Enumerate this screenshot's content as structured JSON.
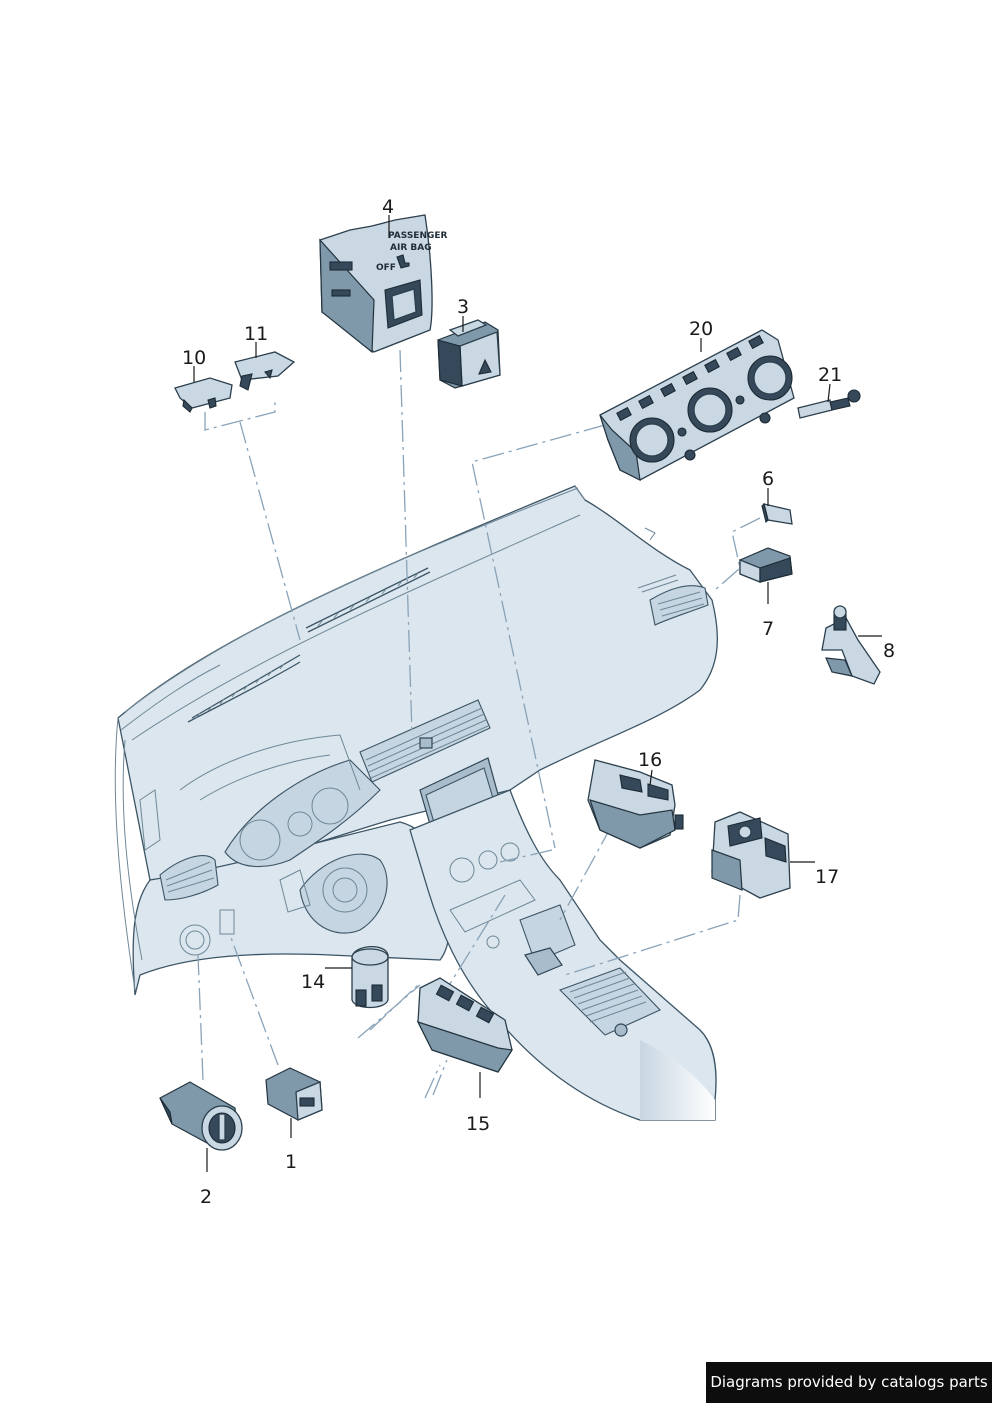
{
  "diagram": {
    "part_label_text": [
      "PASSENGER",
      "AIR BAG",
      "OFF"
    ],
    "callouts": [
      {
        "id": "c1",
        "label": "1"
      },
      {
        "id": "c2",
        "label": "2"
      },
      {
        "id": "c3",
        "label": "3"
      },
      {
        "id": "c4",
        "label": "4"
      },
      {
        "id": "c6",
        "label": "6"
      },
      {
        "id": "c7",
        "label": "7"
      },
      {
        "id": "c8",
        "label": "8"
      },
      {
        "id": "c10",
        "label": "10"
      },
      {
        "id": "c11",
        "label": "11"
      },
      {
        "id": "c14",
        "label": "14"
      },
      {
        "id": "c15",
        "label": "15"
      },
      {
        "id": "c16",
        "label": "16"
      },
      {
        "id": "c17",
        "label": "17"
      },
      {
        "id": "c20",
        "label": "20"
      },
      {
        "id": "c21",
        "label": "21"
      }
    ],
    "colors": {
      "line": "#1a1a1a",
      "dash": "#8aa3b8",
      "part_fill": "#c9d8e3",
      "dashboard_fill": "#dbe6ee"
    }
  },
  "attribution": {
    "text": "Diagrams provided by catalogs parts"
  }
}
